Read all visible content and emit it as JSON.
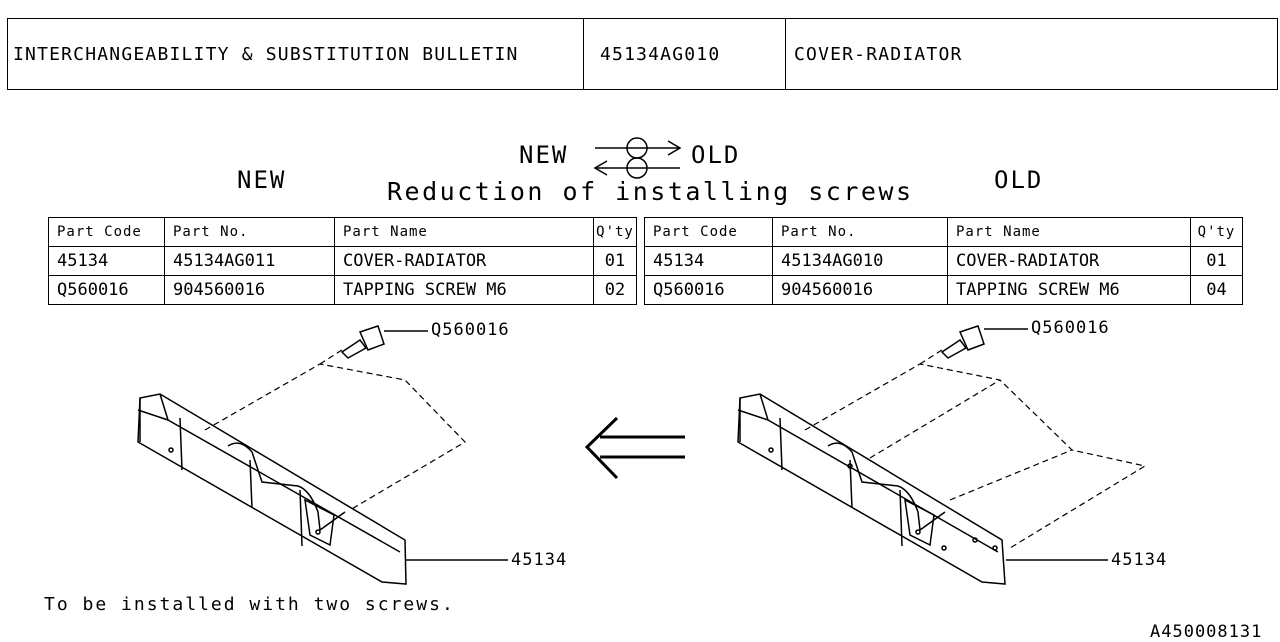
{
  "header": {
    "bulletin_title": "INTERCHANGEABILITY & SUBSTITUTION BULLETIN",
    "part_number": "45134AG010",
    "part_name": "COVER-RADIATOR"
  },
  "labels": {
    "new": "NEW",
    "old": "OLD",
    "arrow_new": "NEW",
    "arrow_old": "OLD",
    "reason": "Reduction of installing screws"
  },
  "table": {
    "headers": [
      "Part Code",
      "Part No.",
      "Part Name",
      "Q'ty"
    ],
    "new_rows": [
      {
        "code": "45134",
        "no": "45134AG011",
        "name": "COVER-RADIATOR",
        "qty": "01"
      },
      {
        "code": "Q560016",
        "no": "904560016",
        "name": "TAPPING SCREW M6",
        "qty": "02"
      }
    ],
    "old_rows": [
      {
        "code": "45134",
        "no": "45134AG010",
        "name": "COVER-RADIATOR",
        "qty": "01"
      },
      {
        "code": "Q560016",
        "no": "904560016",
        "name": "TAPPING SCREW M6",
        "qty": "04"
      }
    ]
  },
  "figure": {
    "new_screw_callout": "Q560016",
    "new_cover_callout": "45134",
    "old_screw_callout": "Q560016",
    "old_cover_callout": "45134"
  },
  "note": "To be installed with two screws.",
  "reference_code": "A450008131"
}
